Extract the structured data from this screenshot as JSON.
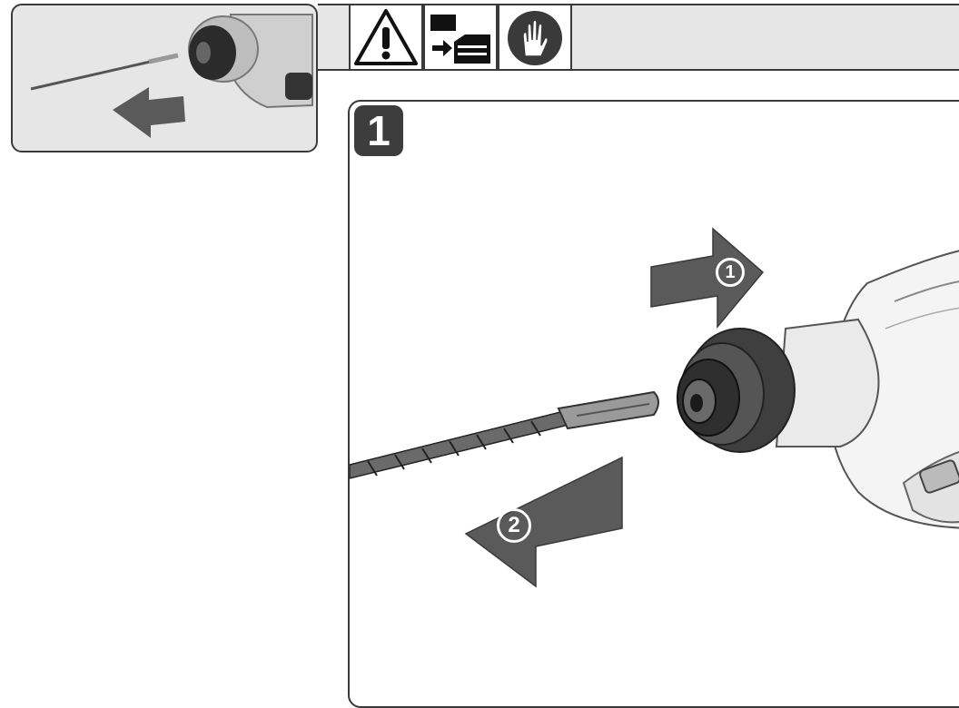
{
  "step": {
    "number": "1"
  },
  "actions": [
    {
      "number": "1",
      "direction": "pull-back-chuck-sleeve"
    },
    {
      "number": "2",
      "direction": "remove-drill-bit"
    }
  ],
  "symbols": [
    {
      "icon": "warning-triangle-icon"
    },
    {
      "icon": "remove-battery-icon"
    },
    {
      "icon": "wear-gloves-icon"
    }
  ],
  "colors": {
    "frame": "#3a3a3a",
    "panel": "#e6e6e6",
    "arrow": "#5a5a5a"
  }
}
